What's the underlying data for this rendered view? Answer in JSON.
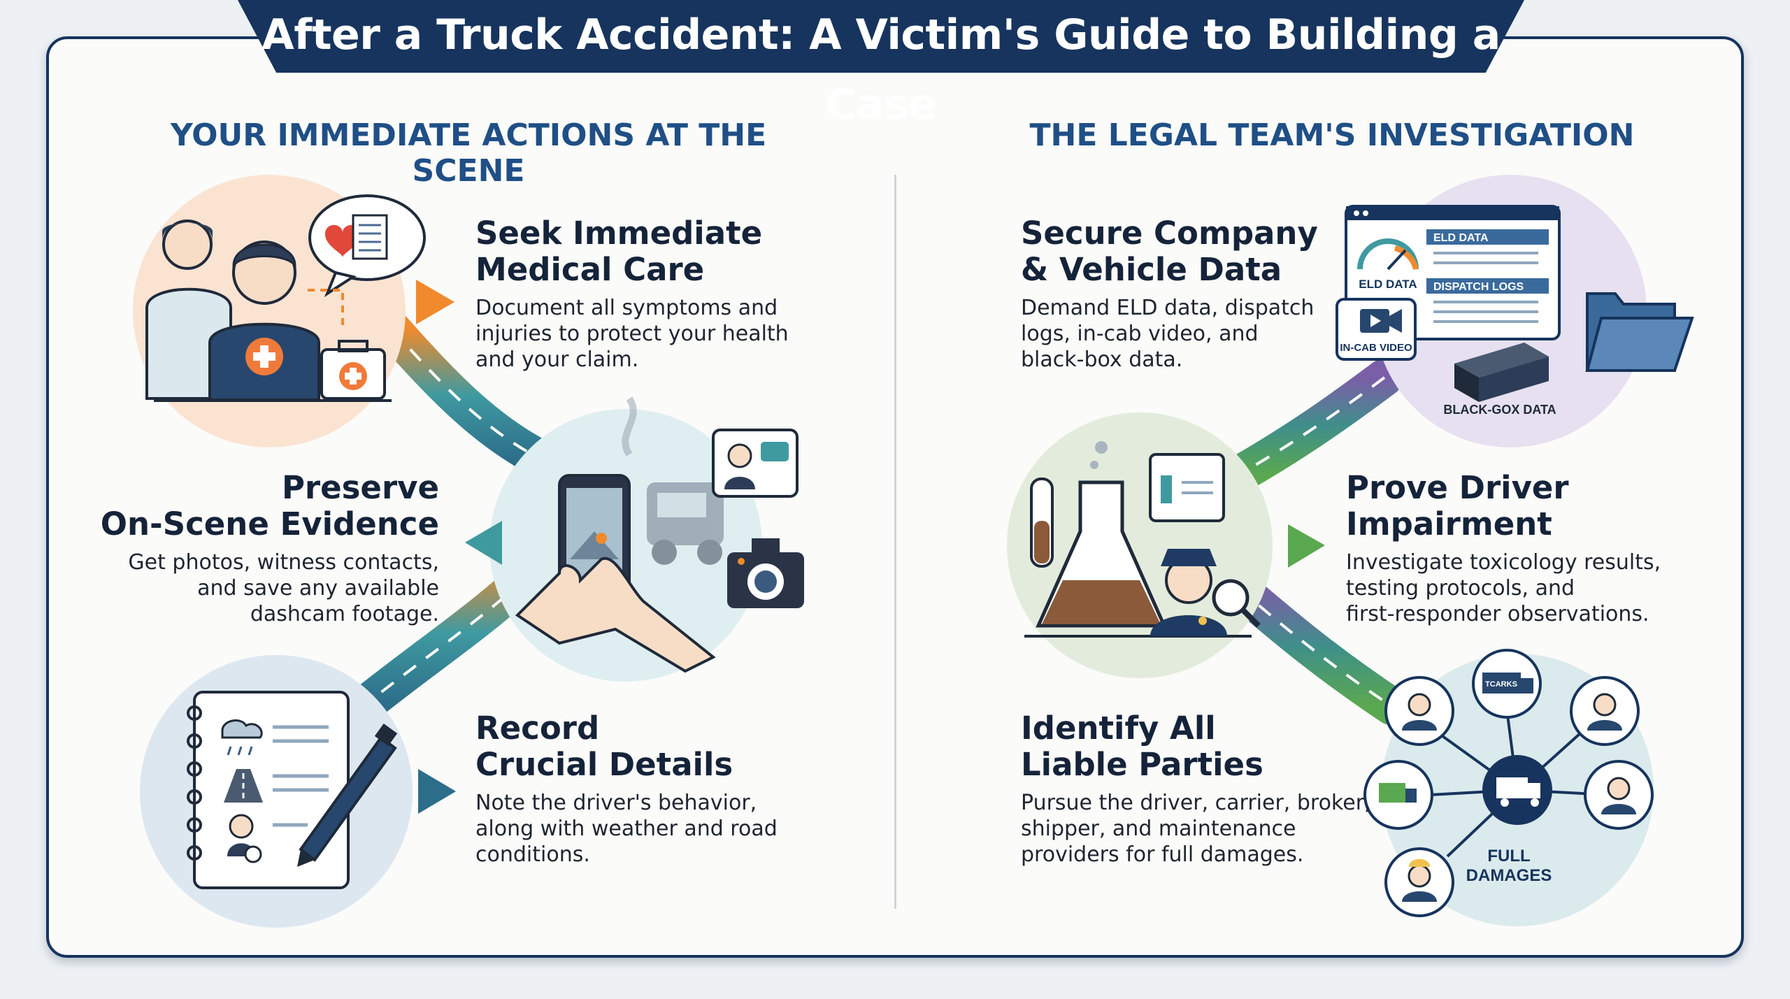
{
  "title": "After a Truck Accident: A Victim's Guide to Building a Case",
  "left_column": {
    "heading": "YOUR IMMEDIATE ACTIONS AT THE SCENE",
    "steps": [
      {
        "title_lines": [
          "Seek Immediate",
          "Medical Care"
        ],
        "desc_lines": [
          "Document all symptoms and",
          "injuries to protect your health",
          "and your claim."
        ]
      },
      {
        "title_lines": [
          "Preserve",
          "On-Scene Evidence"
        ],
        "desc_lines": [
          "Get photos, witness contacts,",
          "and save any available",
          "dashcam footage."
        ]
      },
      {
        "title_lines": [
          "Record",
          "Crucial Details"
        ],
        "desc_lines": [
          "Note the driver's behavior,",
          "along with weather and road",
          "conditions."
        ]
      }
    ]
  },
  "right_column": {
    "heading": "THE LEGAL TEAM'S INVESTIGATION",
    "steps": [
      {
        "title_lines": [
          "Secure Company",
          "& Vehicle Data"
        ],
        "desc_lines": [
          "Demand ELD data, dispatch",
          "logs, in-cab video, and",
          "black-box data."
        ]
      },
      {
        "title_lines": [
          "Prove Driver",
          "Impairment"
        ],
        "desc_lines": [
          "Investigate toxicology results,",
          "testing protocols, and",
          "first-responder observations."
        ]
      },
      {
        "title_lines": [
          "Identify All",
          "Liable Parties"
        ],
        "desc_lines": [
          "Pursue the driver, carrier, broker,",
          "shipper, and maintenance",
          "providers for full damages."
        ]
      }
    ]
  },
  "illustration_labels": {
    "eld_gauge": "ELD DATA",
    "eld_panel": "ELD DATA",
    "dispatch": "DISPATCH LOGS",
    "incab": "IN-CAB VIDEO",
    "blackbox": "BLACK-GOX DATA",
    "truck_side": "TCARKS",
    "full_damages_lines": [
      "FULL",
      "DAMAGES"
    ]
  },
  "icons": [
    "heart-chat-icon",
    "medical-kit-icon",
    "smartphone-icon",
    "camera-icon",
    "notebook-icon",
    "pen-icon",
    "gauge-icon",
    "video-camera-icon",
    "black-box-icon",
    "folder-icon",
    "flask-icon",
    "test-tube-icon",
    "police-officer-icon",
    "magnifier-icon",
    "truck-icon",
    "person-icon"
  ],
  "colors": {
    "navy": "#16345d",
    "heading_blue": "#1f4f86",
    "orange": "#f08a2c",
    "teal": "#3f9aa0",
    "purple": "#7b5ea8",
    "green": "#5aa84f"
  }
}
